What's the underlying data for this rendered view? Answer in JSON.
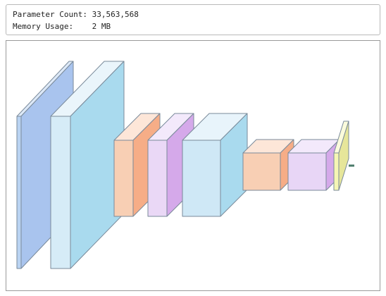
{
  "stats": {
    "param_label": "Parameter Count:",
    "param_value": "33,563,568",
    "mem_label": "Memory Usage:",
    "mem_value": "2 MB"
  },
  "network": {
    "layers": [
      {
        "id": "layer-1",
        "kind": "input-plane",
        "front": "#b9d3f2",
        "top": "#dde9f8",
        "side": "#a9c4ee"
      },
      {
        "id": "layer-2",
        "kind": "large-cyan",
        "front": "#d6ecf7",
        "top": "#eaf5fb",
        "side": "#a9daee"
      },
      {
        "id": "layer-3",
        "kind": "orange",
        "front": "#f8cfb4",
        "top": "#fde6d8",
        "side": "#f6ad87"
      },
      {
        "id": "layer-4",
        "kind": "purple",
        "front": "#ead8f6",
        "top": "#f3e9fb",
        "side": "#d5a9ea"
      },
      {
        "id": "layer-5",
        "kind": "cyan",
        "front": "#cfe8f6",
        "top": "#e8f4fb",
        "side": "#a9daee"
      },
      {
        "id": "layer-6",
        "kind": "orange",
        "front": "#f8cfb4",
        "top": "#fde6d8",
        "side": "#f6ad87"
      },
      {
        "id": "layer-7",
        "kind": "purple",
        "front": "#e8d6f6",
        "top": "#f3e9fb",
        "side": "#d5a9ea"
      },
      {
        "id": "layer-8",
        "kind": "output-plane",
        "front": "#f6f6b4",
        "top": "#fbfbdc",
        "side": "#e6e69a"
      }
    ],
    "output_stub_color": "#4a7a6a",
    "stroke": "#7a8a9a"
  }
}
